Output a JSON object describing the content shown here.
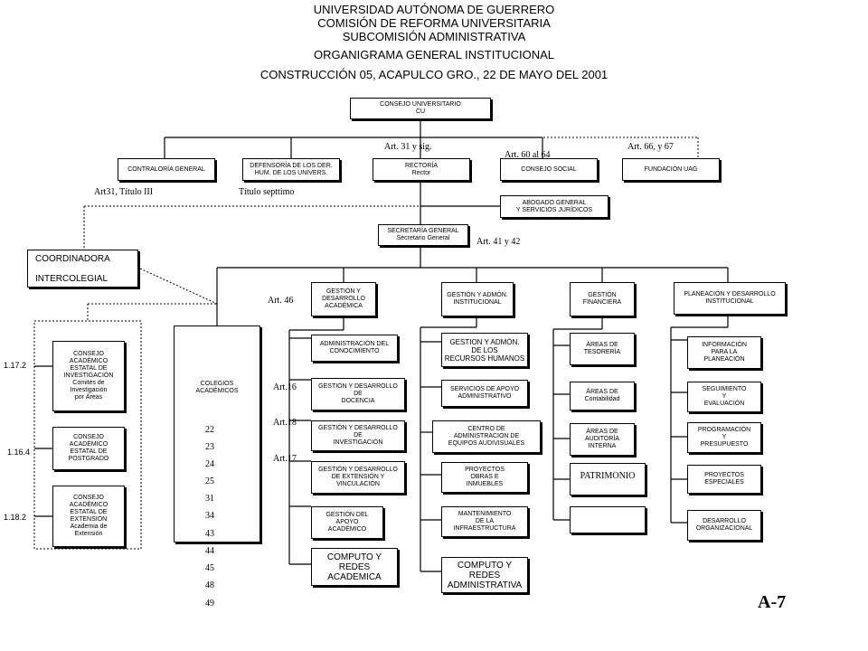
{
  "header": {
    "line1": "UNIVERSIDAD AUTÓNOMA DE GUERRERO",
    "line2": "COMISIÓN DE REFORMA UNIVERSITARIA",
    "line3": "SUBCOMISIÓN ADMINISTRATIVA",
    "line4": "ORGANIGRAMA GENERAL INSTITUCIONAL",
    "line5": "CONSTRUCCIÓN 05, ACAPULCO GRO., 22 DE MAYO DEL 2001"
  },
  "boxes": {
    "consejo_univ": "CONSEJO UNIVERSITARIO\nCU",
    "contraloria": "CONTRALORÍA GENERAL",
    "defensoria": "DEFENSORÍA DE LOS DER.\nHUM. DE LOS UNIVERS.",
    "rectoria": "RECTORÍA\nRector",
    "consejo_social": "CONSEJO SOCIAL",
    "fundacion": "FUNDACIÓN UAG",
    "abogado": "ABOGADO GENERAL\nY SERVICIOS JURÍDICOS",
    "secretaria": "SECRETARÍA GENERAL\nSecretario General",
    "coordinadora": "COORDINADORA\n\nINTERCOLEGIAL",
    "gestion_academica": "GESTIÓN Y\nDESARROLLO\nACADÉMICA",
    "gestion_institucional": "GESTIÓN Y ADMÓN.\nINSTITUCIONAL",
    "gestion_financiera": "GESTIÓN\nFINANCIERA",
    "planeacion": "PLANEACIÓN Y DESARROLLO\nINSTITUCIONAL",
    "consejo_investigacion": "CONSEJO\nACADÉMICO\nESTATAL DE\nINVESTIGACIÓN\nComités de\nInvestigación\npor Áreas",
    "consejo_posgrado": "CONSEJO\nACADÉMICO\nESTATAL DE\nPOSTGRADO",
    "consejo_extension": "CONSEJO\nACADÉMICO\nESTATAL DE\nEXTENSIÓN\nAcademia de\nExtensión",
    "colegios": "COLEGIOS\nACADÉMICOS",
    "admin_conocimiento": "ADMINISTRACIÓN DEL\nCONOCIMIENTO",
    "gestion_docencia": "GESTIÓN Y DESARROLLO\nDE\nDOCENCIA",
    "gestion_investigacion": "GESTIÓN Y DESARROLLO\nDE\nINVESTIGACIÓN",
    "gestion_extension": "GESTIÓN Y DESARROLLO\nDE EXTENSIÓN Y\nVINCULACIÓN",
    "gestion_apoyo": "GESTIÓN DEL\nAPOYO\nACADÉMICO",
    "computo_academica": "COMPUTO Y\nREDES\nACADEMICA",
    "recursos_humanos": "GESTION Y ADMÓN.\nDE LOS\nRECURSOS HUMANOS",
    "servicios_apoyo": "SERVICIOS DE APOYO\nADMINISTRATIVO",
    "centro_equipos": "CENTRO DE\nADMINISTRACION DE\nEQUIPOS AUDIVISUALES",
    "proyectos_obras": "PROYECTOS\nOBRAS E\nINMUEBLES",
    "mantenimiento": "MANTENIMIENTO\nDE LA\nINFRAESTRUCTURA",
    "computo_administrativa": "COMPUTO Y\nREDES\nADMINISTRATIVA",
    "tesoreria": "ÁREAS DE\nTESORERÍA",
    "contabilidad": "ÁREAS DE\nContabilidad",
    "auditoria": "ÁREAS DE\nAUDITORÍA\nINTERNA",
    "patrimonio": "PATRIMONIO",
    "blank_box": "",
    "informacion": "INFORMACIÓN\nPARA LA\nPLANEACIÓN",
    "seguimiento": "SEGUIMIENTO\nY\nEVALUACIÓN",
    "programacion": "PROGRAMACIÓN\nY\nPRESUPUESTO",
    "proyectos_especiales": "PROYECTOS\nESPECIALES",
    "desarrollo_org": "DESARROLLO\nORGANIZACIONAL"
  },
  "notes": {
    "art31sig": "Art. 31 y sig.",
    "art60": "Art. 60 al 64",
    "art66": "Art. 66, y 67",
    "art31titulo": "Art31, Título III",
    "titulo_septimo": "Título septtimo",
    "art41": "Art. 41 y 42",
    "art46": "Art. 46",
    "art16": "Art.16",
    "art18": "Art.18",
    "art17": "Art.17"
  },
  "colegio_numbers": [
    "22",
    "23",
    "24",
    "25",
    "31",
    "34",
    "43",
    "44",
    "45",
    "48",
    "49"
  ],
  "left_refs": [
    "1.17.2",
    "1.16.4",
    "1.18.2"
  ],
  "page_stamp": "A-7"
}
